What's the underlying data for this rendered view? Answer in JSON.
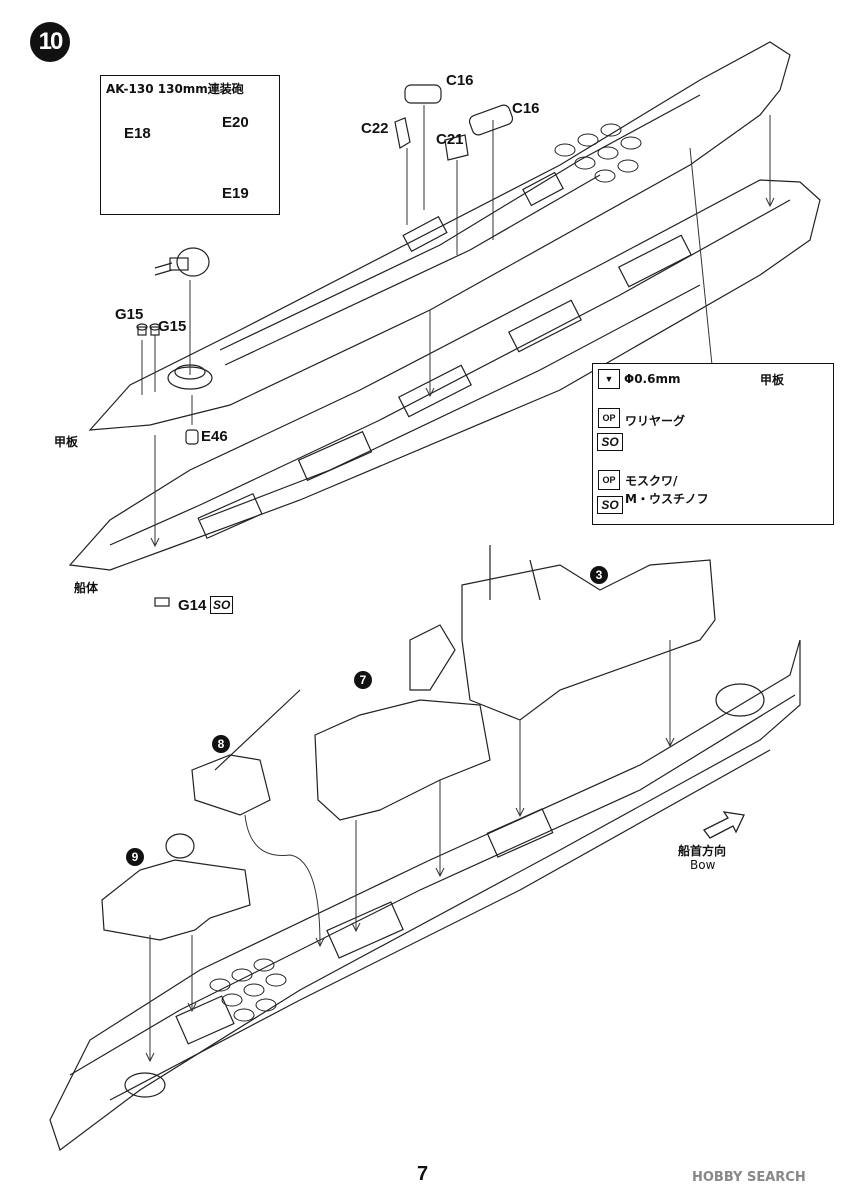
{
  "step_number": "10",
  "inset_turret": {
    "title": "AK-130 130mm連装砲",
    "parts": [
      "E18",
      "E20",
      "E19"
    ]
  },
  "top_labels": {
    "c16_a": "C16",
    "c16_b": "C16",
    "c22": "C22",
    "c21": "C21",
    "g15_a": "G15",
    "g15_b": "G15",
    "e46": "E46",
    "g14": "G14",
    "deck": "甲板",
    "hull": "船体"
  },
  "inset_deck": {
    "title": "甲板",
    "drill": "Φ0.6mm",
    "variant_1": "ワリヤーグ",
    "variant_2_line1": "モスクワ/",
    "variant_2_line2": "M・ウスチノフ",
    "op_label": "OP",
    "so_label": "SO"
  },
  "sub_assemblies": [
    "3",
    "7",
    "8",
    "9"
  ],
  "bow": {
    "jp": "船首方向",
    "en": "Bow"
  },
  "page_number": "7",
  "watermark": "HOBBY SEARCH"
}
